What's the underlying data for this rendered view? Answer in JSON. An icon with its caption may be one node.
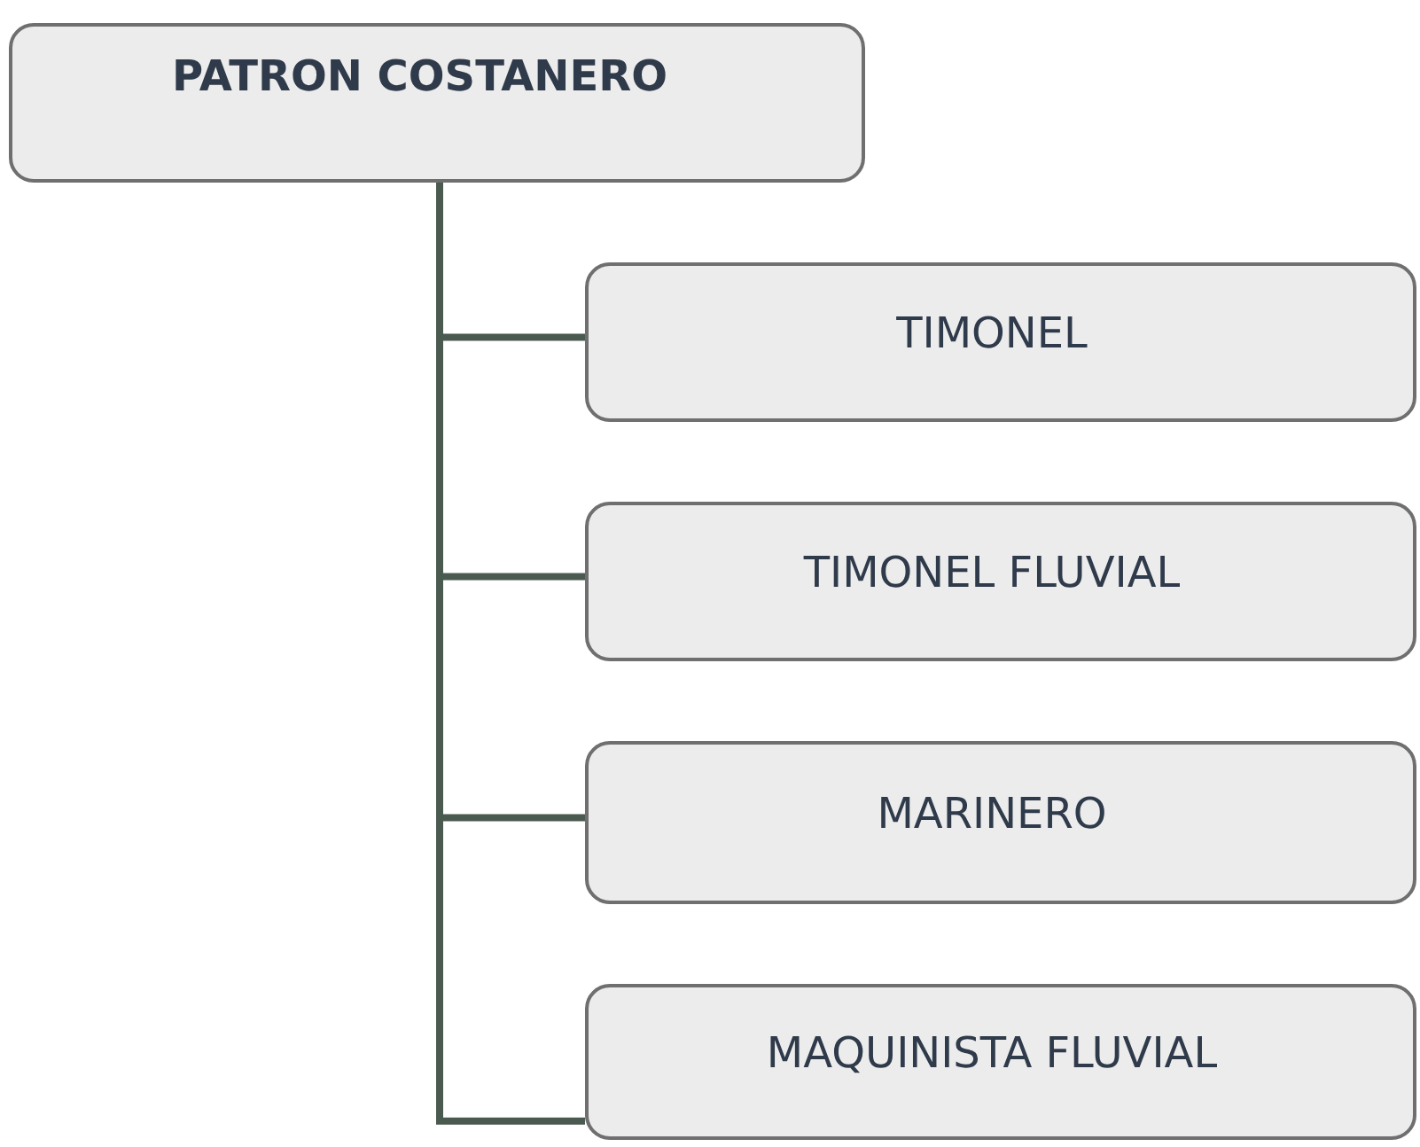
{
  "diagram": {
    "nodes": [
      {
        "text": [
          "PATRON COSTANERO"
        ]
      },
      {
        "text": [
          "TIMONEL"
        ]
      },
      {
        "text": [
          "TIMONEL FLUVIAL"
        ]
      },
      {
        "text": [
          "MARINERO"
        ]
      },
      {
        "text": [
          "MAQUINISTA FLUVIAL"
        ]
      }
    ],
    "edges": [
      {
        "from": 0,
        "to": 1,
        "arrow": "none"
      },
      {
        "from": 0,
        "to": 2,
        "arrow": "none"
      },
      {
        "from": 0,
        "to": 3,
        "arrow": "none"
      },
      {
        "from": 0,
        "to": 4,
        "arrow": "none"
      }
    ]
  }
}
